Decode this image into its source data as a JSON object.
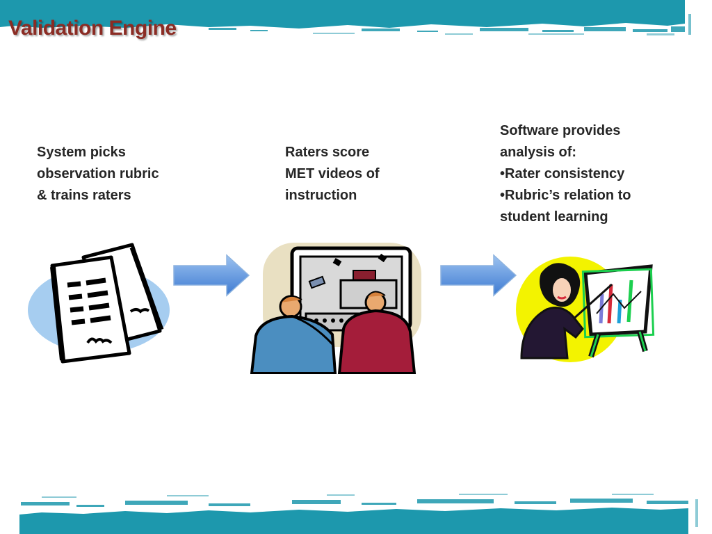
{
  "slide": {
    "title": "Validation Engine",
    "colors": {
      "band": "#1d98ad",
      "title": "#8b2c24",
      "arrow": "#5b93dc",
      "text": "#262626"
    }
  },
  "steps": [
    {
      "lines": [
        "System picks",
        "observation rubric",
        "& trains raters"
      ],
      "icon": "documents-clipart"
    },
    {
      "lines": [
        "Raters score",
        "MET videos of",
        "instruction"
      ],
      "icon": "raters-at-monitor-clipart"
    },
    {
      "lines": [
        "Software provides",
        "analysis of:",
        "•Rater consistency",
        "•Rubric’s relation to",
        "student learning"
      ],
      "icon": "presenter-with-chart-clipart"
    }
  ],
  "arrows": [
    "right-arrow-icon",
    "right-arrow-icon"
  ]
}
